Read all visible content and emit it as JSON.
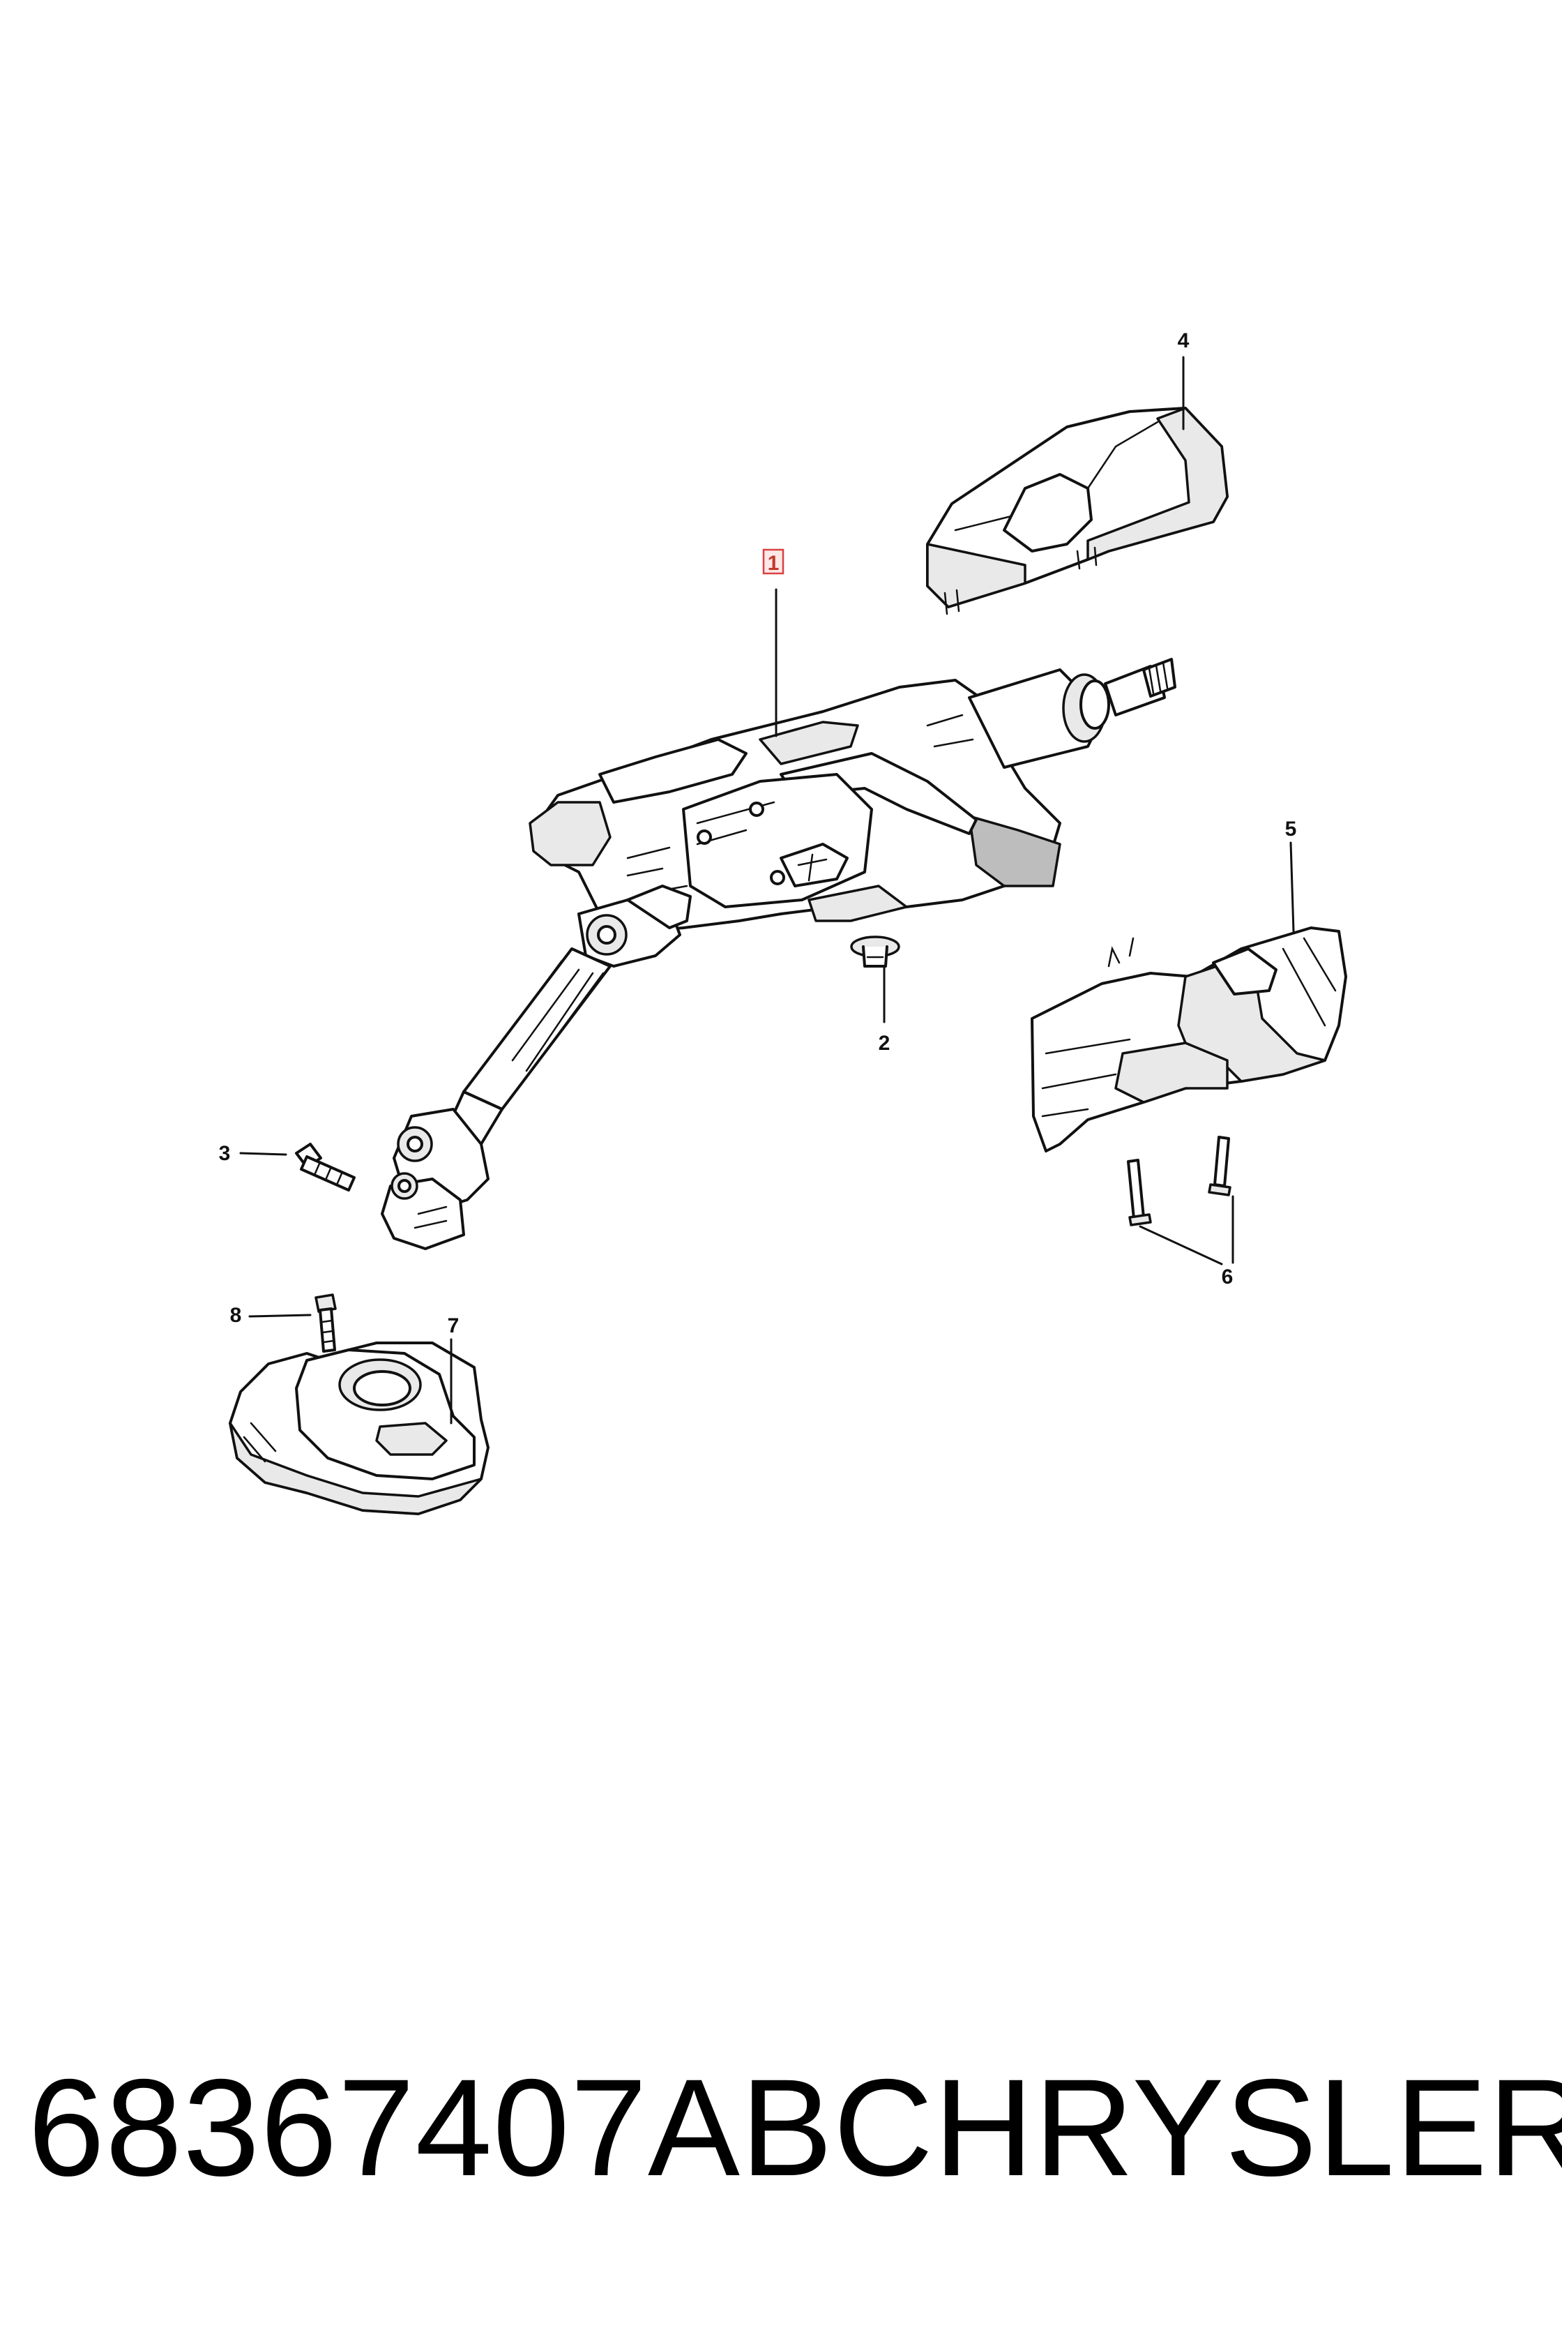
{
  "callouts": [
    {
      "id": "1",
      "label": "1",
      "highlighted": true
    },
    {
      "id": "2",
      "label": "2"
    },
    {
      "id": "3",
      "label": "3"
    },
    {
      "id": "4",
      "label": "4"
    },
    {
      "id": "5",
      "label": "5"
    },
    {
      "id": "6",
      "label": "6"
    },
    {
      "id": "7",
      "label": "7"
    },
    {
      "id": "8",
      "label": "8"
    }
  ],
  "caption": {
    "part_number": "68367407AB",
    "brand": "CHRYSLER"
  },
  "colors": {
    "line": "#111111",
    "shade": "#e9e9e9",
    "highlight": "#d94141",
    "background": "#ffffff"
  }
}
